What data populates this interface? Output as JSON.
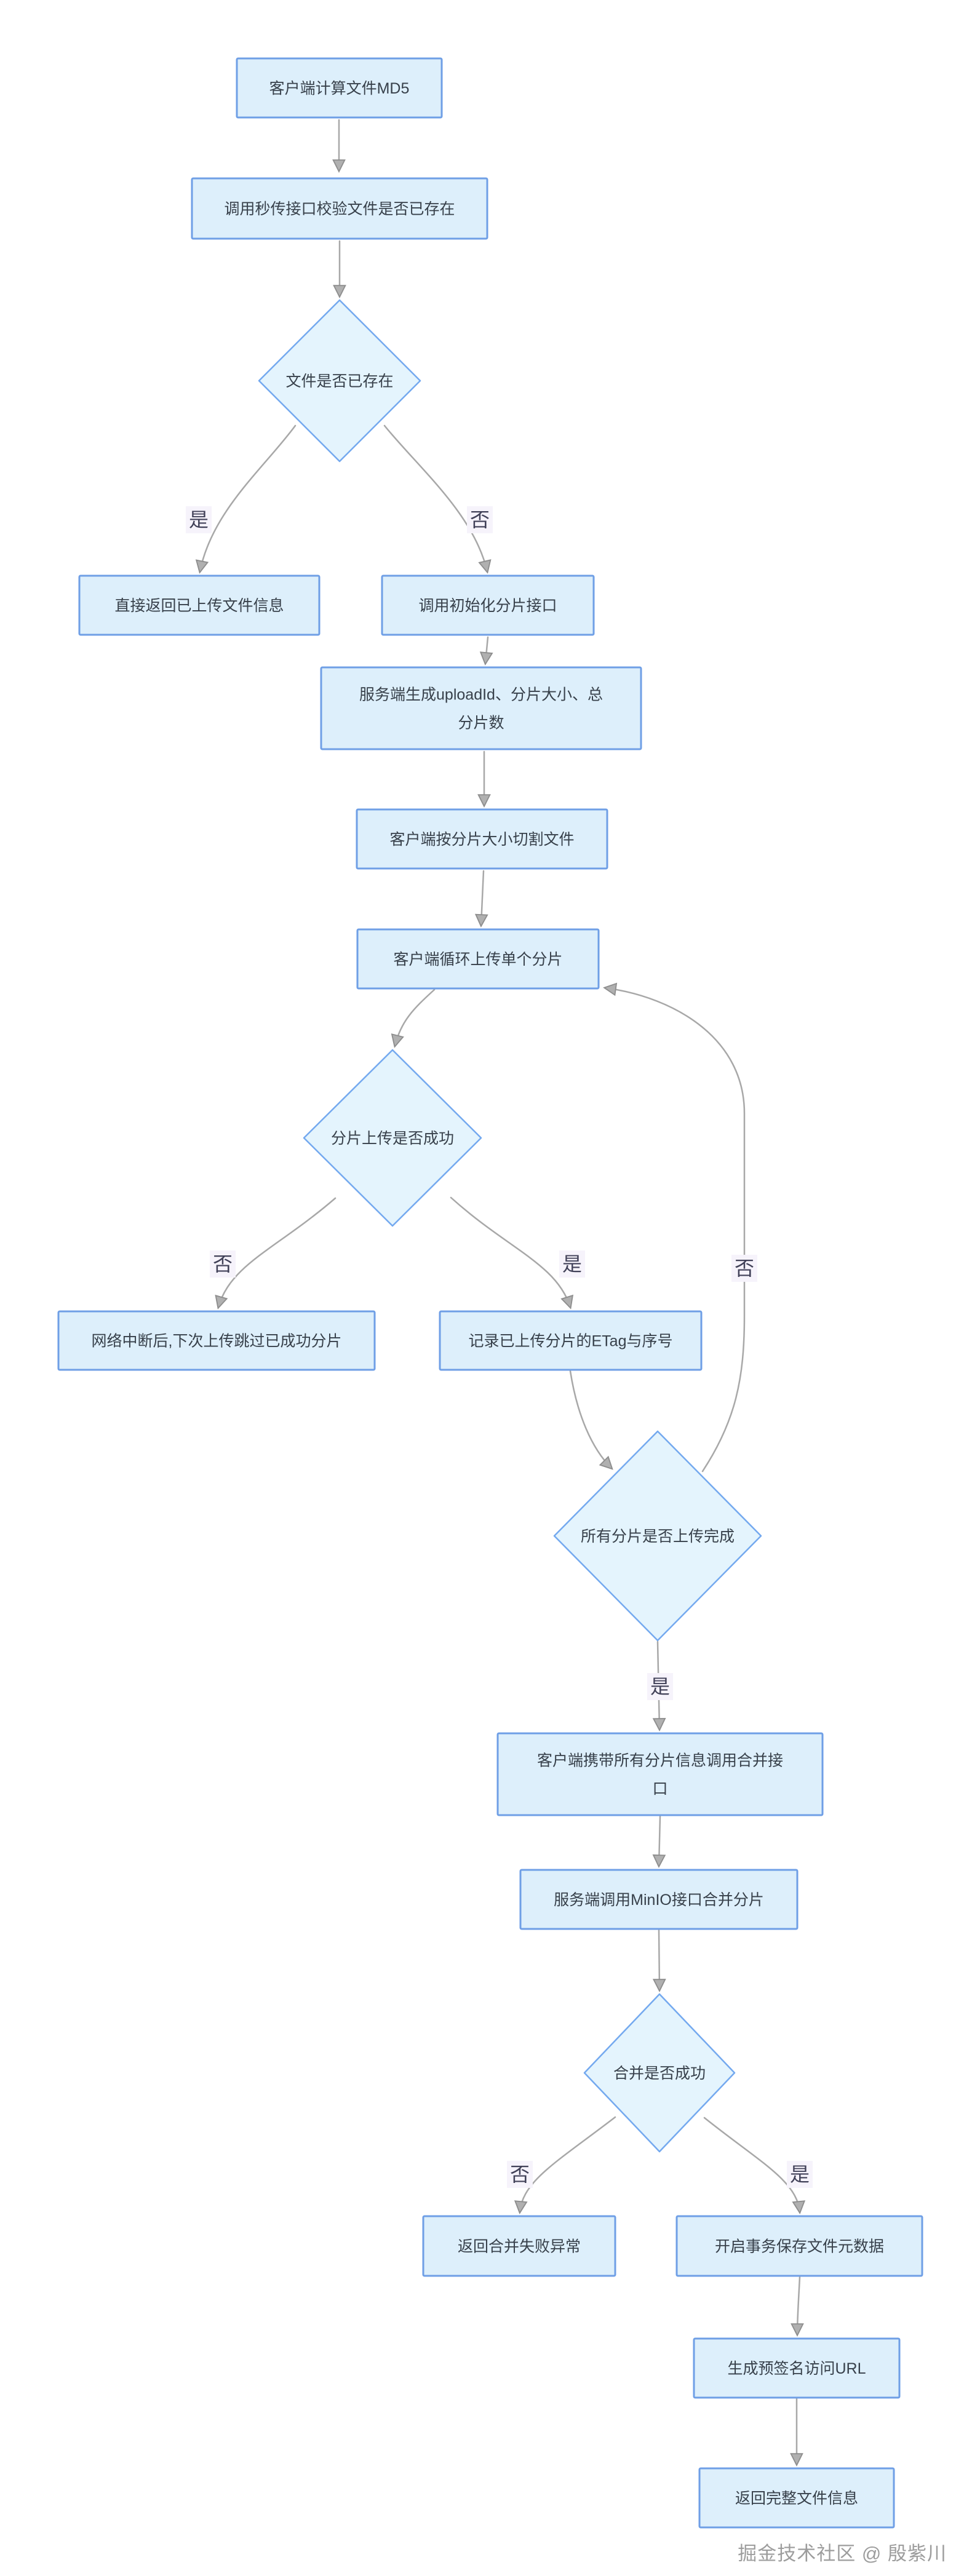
{
  "footer": {
    "credit": "掘金技术社区 @ 殷紫川"
  },
  "colors": {
    "process_fill": "#ddeffb",
    "process_border": "#6f9fe6",
    "decision_fill": "#e4f4fd",
    "decision_border": "#74a9ef",
    "edge": "#a8a8a8",
    "arrow_fill": "#b0b0b0",
    "arrow_stroke": "#8e8e8e",
    "node_text": "#37404a",
    "label_text": "#414158",
    "label_bg": "#f6f3fb",
    "credit_text": "#9d9d9d"
  },
  "nodes": [
    {
      "id": "calc-md5",
      "type": "process",
      "lines": [
        "客户端计算文件MD5"
      ]
    },
    {
      "id": "check-instant",
      "type": "process",
      "lines": [
        "调用秒传接口校验文件是否已存在"
      ]
    },
    {
      "id": "file-exist",
      "type": "decision",
      "lines": [
        "文件是否已存在"
      ]
    },
    {
      "id": "return-uploaded",
      "type": "process",
      "lines": [
        "直接返回已上传文件信息"
      ]
    },
    {
      "id": "init-chunk",
      "type": "process",
      "lines": [
        "调用初始化分片接口"
      ]
    },
    {
      "id": "gen-uploadid",
      "type": "process",
      "lines": [
        "服务端生成uploadId、分片大小、总",
        "分片数"
      ]
    },
    {
      "id": "split-file",
      "type": "process",
      "lines": [
        "客户端按分片大小切割文件"
      ]
    },
    {
      "id": "upload-loop",
      "type": "process",
      "lines": [
        "客户端循环上传单个分片"
      ]
    },
    {
      "id": "chunk-success",
      "type": "decision",
      "lines": [
        "分片上传是否成功"
      ]
    },
    {
      "id": "skip-chunks",
      "type": "process",
      "lines": [
        "网络中断后,下次上传跳过已成功分片"
      ]
    },
    {
      "id": "record-etag",
      "type": "process",
      "lines": [
        "记录已上传分片的ETag与序号"
      ]
    },
    {
      "id": "all-done",
      "type": "decision",
      "lines": [
        "所有分片是否上传完成"
      ]
    },
    {
      "id": "merge-call",
      "type": "process",
      "lines": [
        "客户端携带所有分片信息调用合并接",
        "口"
      ]
    },
    {
      "id": "minio-merge",
      "type": "process",
      "lines": [
        "服务端调用MinIO接口合并分片"
      ]
    },
    {
      "id": "merge-ok",
      "type": "decision",
      "lines": [
        "合并是否成功"
      ]
    },
    {
      "id": "return-fail",
      "type": "process",
      "lines": [
        "返回合并失败异常"
      ]
    },
    {
      "id": "save-meta",
      "type": "process",
      "lines": [
        "开启事务保存文件元数据"
      ]
    },
    {
      "id": "presigned-url",
      "type": "process",
      "lines": [
        "生成预签名访问URL"
      ]
    },
    {
      "id": "return-info",
      "type": "process",
      "lines": [
        "返回完整文件信息"
      ]
    }
  ],
  "edges": [
    {
      "from": "calc-md5",
      "to": "check-instant"
    },
    {
      "from": "check-instant",
      "to": "file-exist"
    },
    {
      "from": "file-exist",
      "to": "return-uploaded",
      "label": "是"
    },
    {
      "from": "file-exist",
      "to": "init-chunk",
      "label": "否"
    },
    {
      "from": "init-chunk",
      "to": "gen-uploadid"
    },
    {
      "from": "gen-uploadid",
      "to": "split-file"
    },
    {
      "from": "split-file",
      "to": "upload-loop"
    },
    {
      "from": "upload-loop",
      "to": "chunk-success"
    },
    {
      "from": "chunk-success",
      "to": "skip-chunks",
      "label": "否"
    },
    {
      "from": "chunk-success",
      "to": "record-etag",
      "label": "是"
    },
    {
      "from": "record-etag",
      "to": "all-done"
    },
    {
      "from": "all-done",
      "to": "upload-loop",
      "label": "否"
    },
    {
      "from": "all-done",
      "to": "merge-call",
      "label": "是"
    },
    {
      "from": "merge-call",
      "to": "minio-merge"
    },
    {
      "from": "minio-merge",
      "to": "merge-ok"
    },
    {
      "from": "merge-ok",
      "to": "return-fail",
      "label": "否"
    },
    {
      "from": "merge-ok",
      "to": "save-meta",
      "label": "是"
    },
    {
      "from": "save-meta",
      "to": "presigned-url"
    },
    {
      "from": "presigned-url",
      "to": "return-info"
    }
  ]
}
